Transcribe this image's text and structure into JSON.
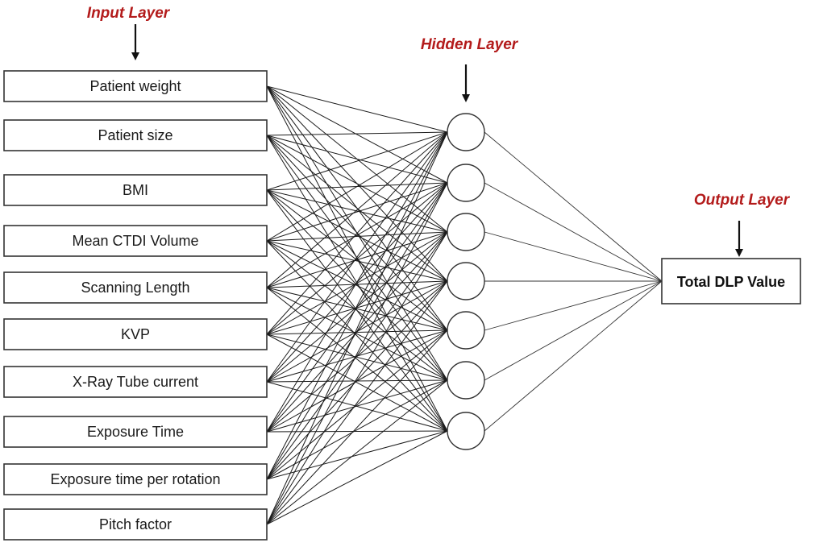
{
  "layers": {
    "input_title": "Input Layer",
    "hidden_title": "Hidden Layer",
    "output_title": "Output Layer"
  },
  "inputs": [
    "Patient weight",
    "Patient size",
    "BMI",
    "Mean CTDI Volume",
    "Scanning Length",
    "KVP",
    "X-Ray Tube current",
    "Exposure Time",
    "Exposure time per rotation",
    "Pitch factor"
  ],
  "hidden_node_count": 7,
  "output": "Total DLP Value",
  "colors": {
    "layer_title": "#b31b1b",
    "line": "#1a1a1a",
    "box_border": "#333333"
  }
}
